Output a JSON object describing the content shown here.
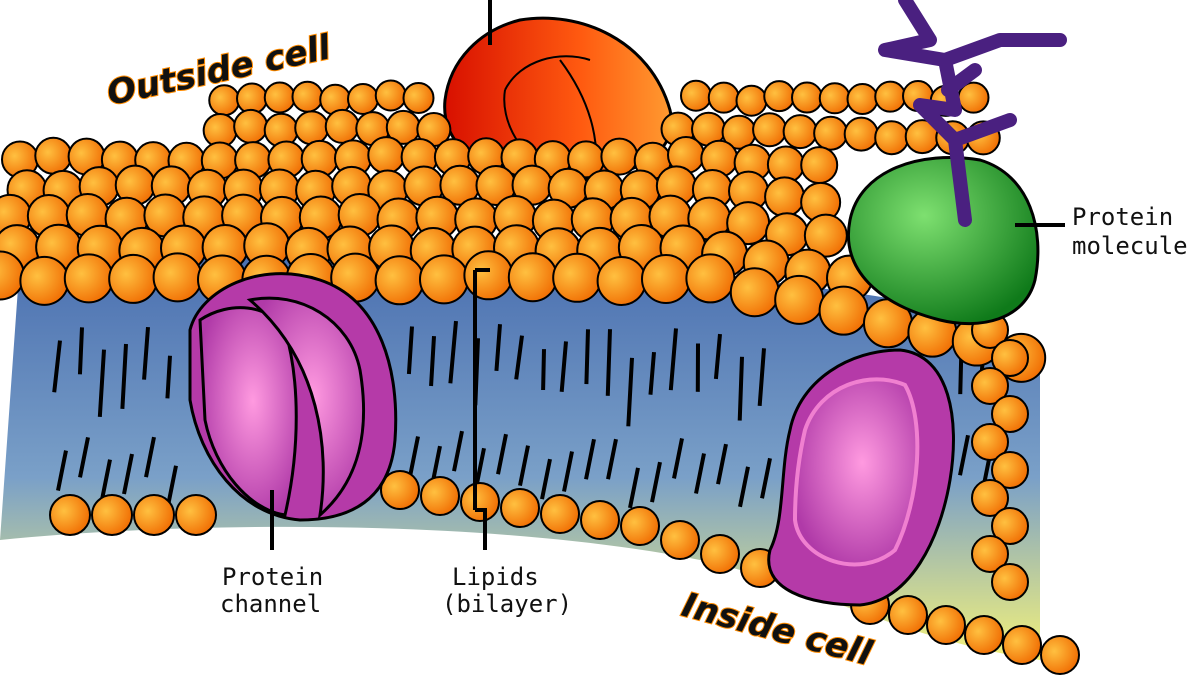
{
  "title": "Cell membrane diagram",
  "labels": {
    "outside": "Outside cell",
    "inside": "Inside cell",
    "protein_molecule_1": "Protein",
    "protein_molecule_2": "molecule",
    "protein_channel_1": "Protein",
    "protein_channel_2": "channel",
    "lipids_1": "Lipids",
    "lipids_2": "(bilayer)"
  },
  "colors": {
    "lipid_head": "#ff9a1a",
    "channel": "#c040b0",
    "channel_light": "#f080d0",
    "globular_protein": "#22a030",
    "top_protein": "#e83010",
    "carbohydrate": "#5a2a8a",
    "membrane_top": "#4a6fb0",
    "membrane_bottom": "#f0f070"
  }
}
